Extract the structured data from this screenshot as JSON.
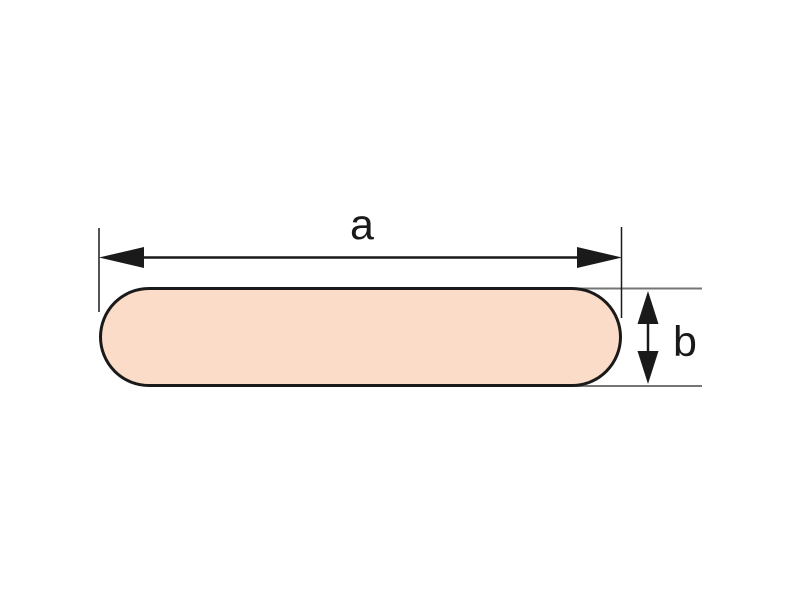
{
  "diagram": {
    "type": "technical-cross-section",
    "description": "Flat oval (rounded rectangle) profile cross-section with width and thickness dimension arrows",
    "labels": {
      "width": "a",
      "thickness": "b"
    },
    "colors": {
      "background": "#ffffff",
      "shape_fill": "#fbdcc9",
      "shape_outline": "#1a1a1a",
      "dimension_line": "#1a1a1a",
      "extension_line": "#1a1a1a",
      "tangent_line_gray": "#757575",
      "label_text": "#1a1a1a"
    }
  }
}
